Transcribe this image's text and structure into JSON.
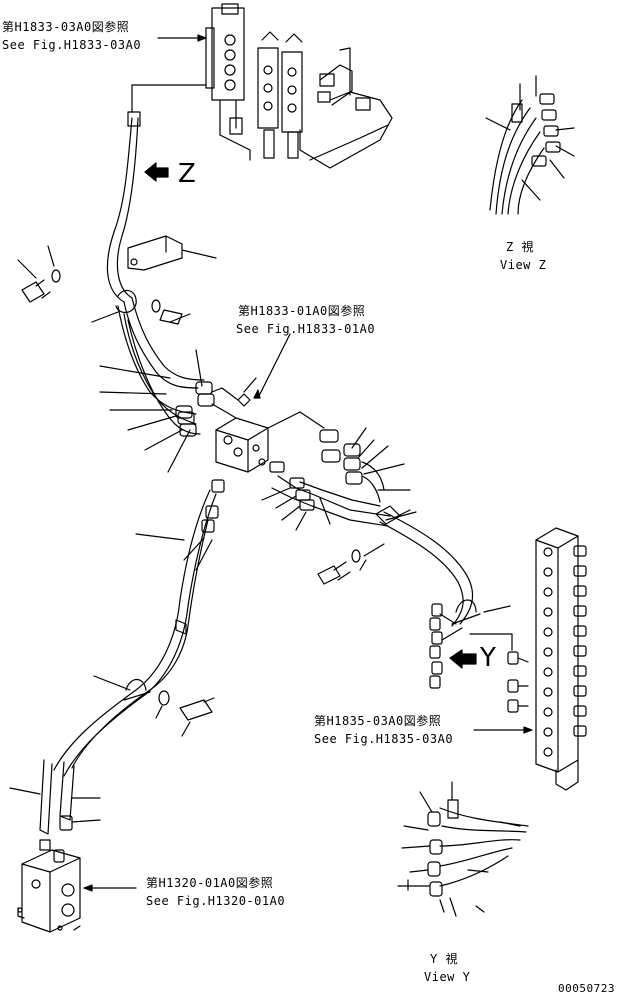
{
  "references": {
    "fig_1833_03": {
      "jp": "第H1833-03A0図参照",
      "en": "See Fig.H1833-03A0"
    },
    "fig_1833_01": {
      "jp": "第H1833-01A0図参照",
      "en": "See Fig.H1833-01A0"
    },
    "fig_1835_03": {
      "jp": "第H1835-03A0図参照",
      "en": "See Fig.H1835-03A0"
    },
    "fig_1320_01": {
      "jp": "第H1320-01A0図参照",
      "en": "See Fig.H1320-01A0"
    }
  },
  "views": {
    "z_marker": "Z",
    "y_marker": "Y",
    "z_caption": {
      "jp": "Z 視",
      "en": "View Z"
    },
    "y_caption": {
      "jp": "Y 視",
      "en": "View Y"
    }
  },
  "drawing_number": "00050723",
  "colors": {
    "ink": "#000000",
    "paper": "#ffffff"
  }
}
